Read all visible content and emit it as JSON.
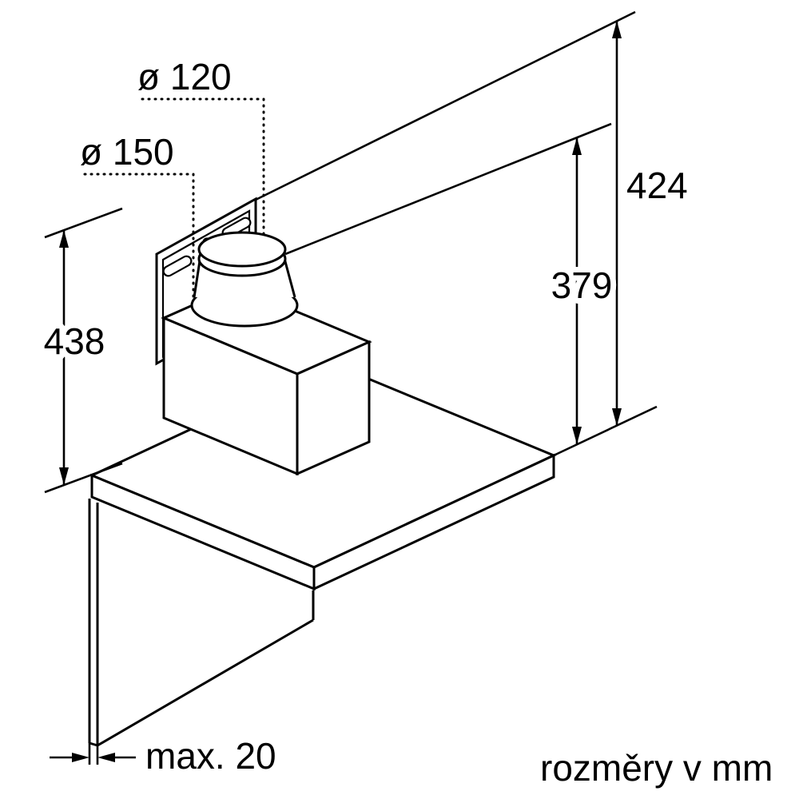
{
  "colors": {
    "background": "#ffffff",
    "line": "#000000",
    "text": "#000000"
  },
  "diagram": {
    "labels": {
      "duct_diameter_120": "ø 120",
      "collar_diameter_150": "ø 150",
      "hood_height_438": "438",
      "chimney_height_424": "424",
      "chimney_height_379": "379",
      "panel_thickness_max20": "max. 20",
      "units_note": "rozměry v mm"
    }
  }
}
